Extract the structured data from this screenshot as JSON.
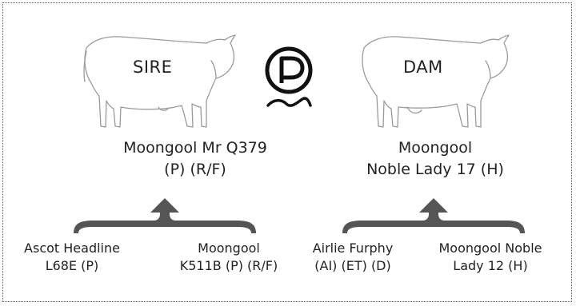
{
  "sire": {
    "label": "SIRE",
    "name_line1": "Moongool Mr Q379",
    "name_line2": "(P) (R/F)",
    "ancestors": [
      {
        "line1": "Ascot Headline",
        "line2": "L68E (P)"
      },
      {
        "line1": "Moongool",
        "line2": "K511B (P) (R/F)"
      }
    ]
  },
  "dam": {
    "label": "DAM",
    "name_line1": "Moongool",
    "name_line2": "Noble Lady 17 (H)",
    "ancestors": [
      {
        "line1": "Airlie Furphy",
        "line2": "(AI) (ET) (D)"
      },
      {
        "line1": "Moongool Noble",
        "line2": "Lady 12 (H)"
      }
    ]
  },
  "logo": {
    "icon": "polled-p-icon",
    "letter": "P"
  },
  "colors": {
    "outline": "#9a9a9a",
    "brace": "#555555",
    "text": "#222222"
  }
}
